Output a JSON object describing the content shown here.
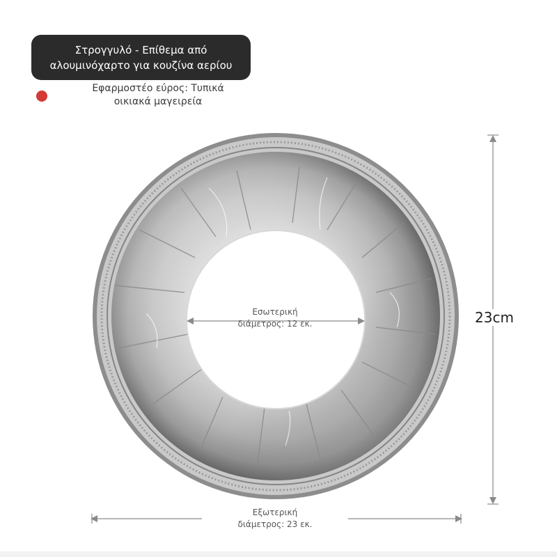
{
  "title": {
    "line1": "Στρογγυλό - Επίθεμα από",
    "line2": "αλουμινόχαρτο για κουζίνα αερίου"
  },
  "scope": {
    "line1": "Εφαρμοστέο εύρος: Τυπικά",
    "line2": "οικιακά μαγειρεία"
  },
  "inner_diameter": {
    "line1": "Εσωτερική",
    "line2": "διάμετρος: 12 εκ."
  },
  "outer_diameter": {
    "line1": "Εξωτερική",
    "line2": "διάμετρος: 23 εκ."
  },
  "height_label": "23cm",
  "colors": {
    "title_bg": "#2b2b2b",
    "bullet": "#d43a36",
    "foil": "#b8b8b8"
  }
}
